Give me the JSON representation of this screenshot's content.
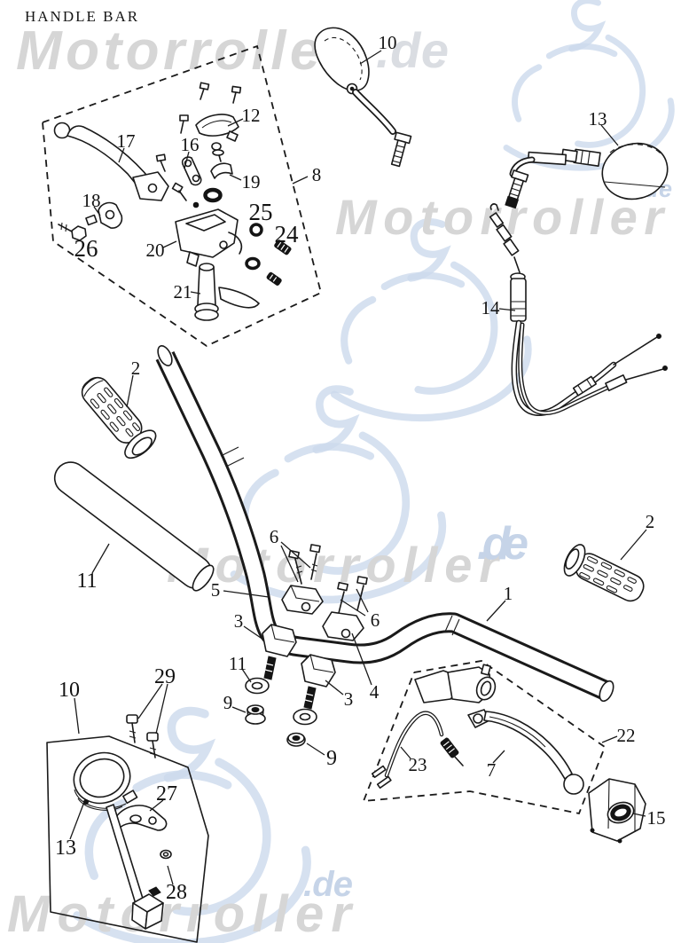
{
  "title": "HANDLE BAR",
  "watermark": {
    "text": "Motorroller",
    "suffix": ".de",
    "icon": "scooter-line-art",
    "text_color": "#d6d6d6",
    "accent_color": "#c6d4e8"
  },
  "line_color": "#1a1a1a",
  "callouts": {
    "c1": "1",
    "c2_left": "2",
    "c2_right": "2",
    "c3_a": "3",
    "c3_b": "3",
    "c4": "4",
    "c5": "5",
    "c6_a": "6",
    "c6_b": "6",
    "c7": "7",
    "c8": "8",
    "c9_a": "9",
    "c9_b": "9",
    "c10_mirror": "10",
    "c10_speedo": "10",
    "c11_pad": "11",
    "c11_washer": "11",
    "c12": "12",
    "c13_mirror": "13",
    "c13_speedo": "13",
    "c14": "14",
    "c15": "15",
    "c16": "16",
    "c17": "17",
    "c18": "18",
    "c19": "19",
    "c20": "20",
    "c21": "21",
    "c22": "22",
    "c23": "23",
    "c24": "24",
    "c25": "25",
    "c26": "26",
    "c27": "27",
    "c28": "28",
    "c29": "29"
  }
}
